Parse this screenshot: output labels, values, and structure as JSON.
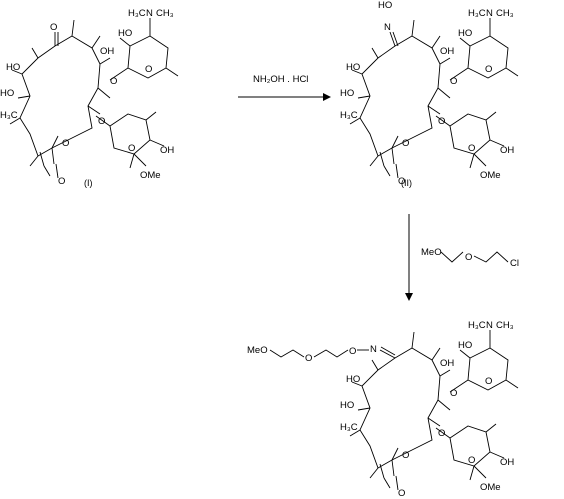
{
  "scheme": {
    "step1": {
      "reagent": "NH₂OH . HCl"
    },
    "step2": {
      "reagent_parts": [
        "MeO",
        "O",
        "Cl"
      ]
    },
    "compounds": {
      "I": {
        "label": "(I)"
      },
      "II": {
        "label": "(II)"
      },
      "III": {
        "label": ""
      }
    },
    "atoms": {
      "nme2": [
        "H₃C",
        "N",
        "CH₃"
      ],
      "ho": "HO",
      "oh": "OH",
      "o": "O",
      "ome": "OMe",
      "h3c": "H₃C",
      "ch3": "CH₃",
      "n": "N",
      "meo": "MeO"
    }
  }
}
